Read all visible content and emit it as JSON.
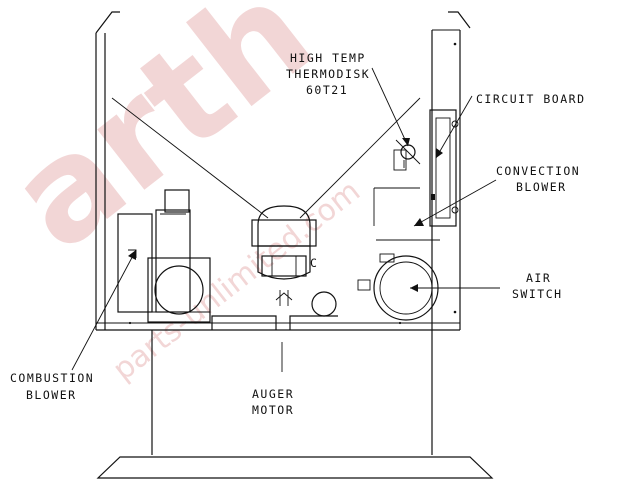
{
  "labels": {
    "high_temp_1": "HIGH TEMP",
    "high_temp_2": "THERMODISK",
    "high_temp_3": "60T21",
    "circuit_board": "CIRCUIT BOARD",
    "convection_1": "CONVECTION",
    "convection_2": "BLOWER",
    "air_1": "AIR",
    "air_2": "SWITCH",
    "combustion_1": "COMBUSTION",
    "combustion_2": "BLOWER",
    "auger_1": "AUGER",
    "auger_2": "MOTOR"
  },
  "watermark": {
    "big": "arth",
    "small": "parts-unlimited.com"
  },
  "colors": {
    "line": "#111111",
    "watermark": "#f2d6d6"
  }
}
